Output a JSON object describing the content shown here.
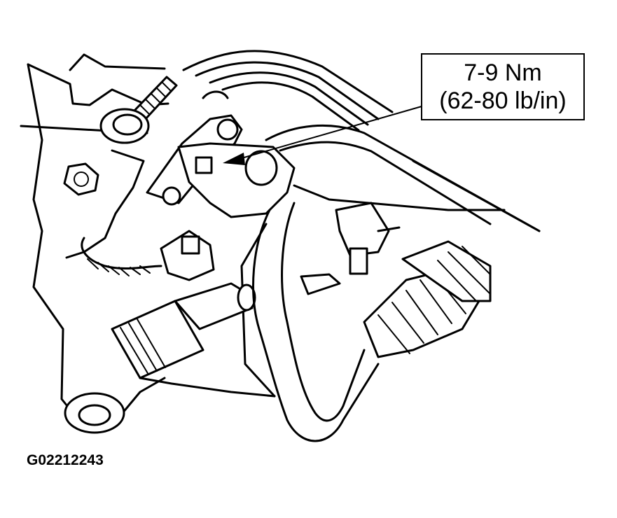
{
  "callout": {
    "torque_nm": "7-9 Nm",
    "torque_lbin": "(62-80 lb/in)"
  },
  "figure_id": "G02212243",
  "colors": {
    "ink": "#000000",
    "paper": "#ffffff"
  }
}
